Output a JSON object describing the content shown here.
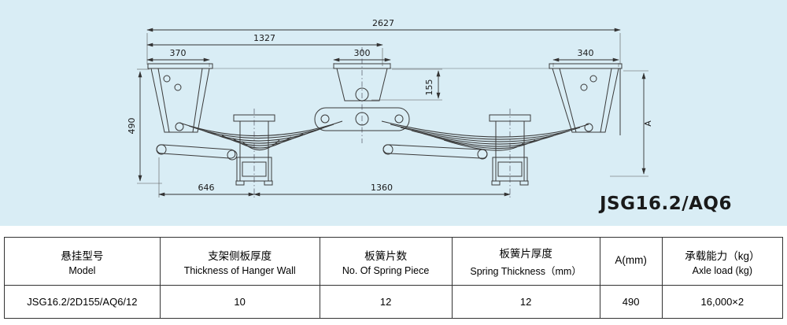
{
  "colors": {
    "panel_background": "#d9edf5",
    "accent_blue": "#1a6cc7",
    "line": "#3a3a3a"
  },
  "drawing": {
    "product_code": "JSG16.2/AQ6",
    "dimensions": {
      "total_length": "2627",
      "front_section": "1327",
      "front_hanger_width": "370",
      "center_bracket_width": "300",
      "rear_hanger_width": "340",
      "pivot_height": "155",
      "hanger_height": "490",
      "front_axle_offset": "646",
      "axle_spacing": "1360",
      "a_dim": "A"
    }
  },
  "table": {
    "headers": [
      {
        "line1": "悬挂型号",
        "line2": "Model"
      },
      {
        "line1": "支架侧板厚度",
        "line2": "Thickness of Hanger Wall"
      },
      {
        "line1": "板簧片数",
        "line2": "No. Of Spring Piece"
      },
      {
        "line1": "板簧片厚度",
        "line2": "Spring Thickness（mm）"
      },
      {
        "line1": "A(mm)",
        "line2": ""
      },
      {
        "line1": "承载能力（kg）",
        "line2": "Axle load (kg)"
      }
    ],
    "rows": [
      [
        "JSG16.2/2D155/AQ6/12",
        "10",
        "12",
        "12",
        "490",
        "16,000×2"
      ]
    ]
  }
}
